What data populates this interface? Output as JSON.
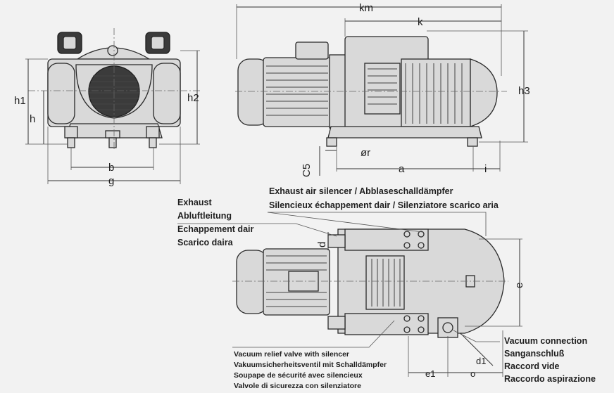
{
  "dimensions": {
    "km": "km",
    "k": "k",
    "h1": "h1",
    "h": "h",
    "h2": "h2",
    "h3": "h3",
    "b": "b",
    "g": "g",
    "c5": "C5",
    "or": "ør",
    "a": "a",
    "i": "i",
    "d": "d",
    "e": "e",
    "e1": "e1",
    "o": "o",
    "d1": "d1"
  },
  "callouts": {
    "exhaust": [
      "Exhaust",
      "Abluftleitung",
      "Echappement dair",
      "Scarico daira"
    ],
    "exhaust_silencer": [
      "Exhaust air silencer / Abblaseschalldämpfer",
      "Silencieux échappement dair / Silenziatore scarico aria"
    ],
    "vacuum_relief": [
      "Vacuum relief valve with silencer",
      "Vakuumsicherheitsventil mit Schalldämpfer",
      "Soupape de sécurité avec silencieux",
      "Valvole di sicurezza con silenziatore"
    ],
    "vacuum_connection": [
      "Vacuum connection",
      "Sanganschluß",
      "Raccord vide",
      "Raccordo aspirazione"
    ]
  }
}
